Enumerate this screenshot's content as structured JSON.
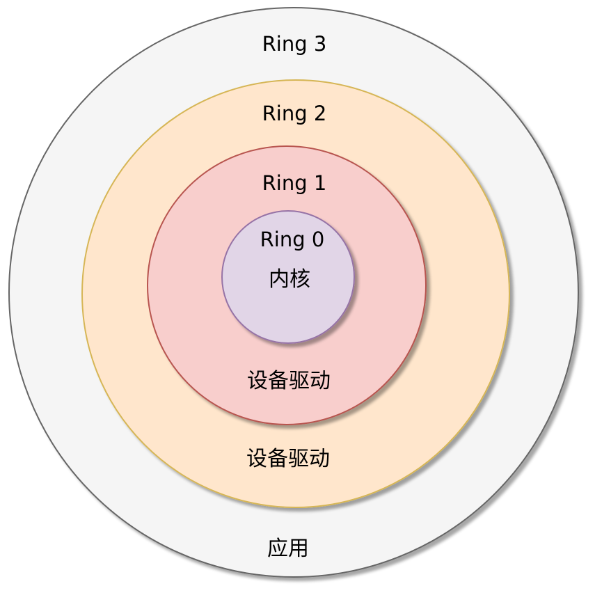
{
  "diagram": {
    "rings": [
      {
        "label": "Ring 3",
        "sublabel": "应用",
        "fill": "#f5f5f5",
        "stroke": "#666666"
      },
      {
        "label": "Ring 2",
        "sublabel": "设备驱动",
        "fill": "#ffe6cc",
        "stroke": "#d6b656"
      },
      {
        "label": "Ring 1",
        "sublabel": "设备驱动",
        "fill": "#f8cecc",
        "stroke": "#b85450"
      },
      {
        "label": "Ring 0",
        "sublabel": "内核",
        "fill": "#e1d5e7",
        "stroke": "#9673a6"
      }
    ]
  }
}
